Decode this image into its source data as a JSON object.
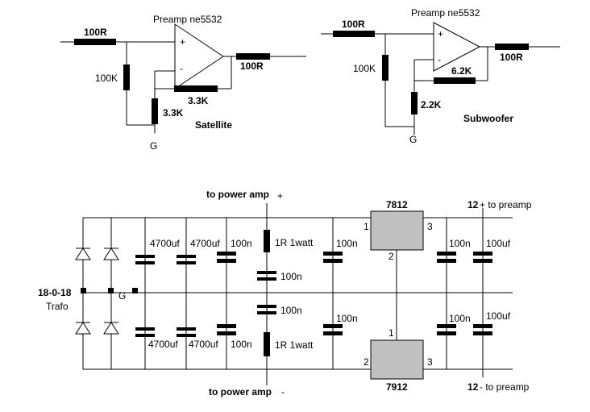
{
  "satellite": {
    "title": "Preamp ne5532",
    "input_resistor": "100R",
    "bias_resistor": "100K",
    "output_resistor": "100R",
    "feedback_resistor": "3.3K",
    "ground_resistor": "3.3K",
    "name": "Satellite",
    "ground": "G",
    "plus": "+",
    "minus": "-"
  },
  "subwoofer": {
    "title": "Preamp ne5532",
    "input_resistor": "100R",
    "bias_resistor": "100K",
    "output_resistor": "100R",
    "feedback_resistor": "6.2K",
    "ground_resistor": "2.2K",
    "name": "Subwoofer",
    "ground": "G",
    "plus": "+",
    "minus": "-"
  },
  "psu": {
    "pos_amp_label": "to power amp",
    "pos_amp_sign": "+",
    "neg_amp_label": "to power amp",
    "neg_amp_sign": "-",
    "trafo_label": "18-0-18",
    "trafo_sub": "Trafo",
    "ground": "G",
    "c_big_top_1": "4700uf",
    "c_big_top_2": "4700uf",
    "c_small_top_1": "100n",
    "c_big_bot_1": "4700uf",
    "c_big_bot_2": "4700uf",
    "c_small_bot_1": "100n",
    "res_top": "1R 1watt",
    "res_bot": "1R 1watt",
    "c_mid_1": "100n",
    "c_mid_2": "100n",
    "c_pre_top": "100n",
    "c_pre_bot": "100n",
    "reg_pos": "7812",
    "reg_neg": "7912",
    "reg_pos_pin_in": "1",
    "reg_pos_pin_gnd": "2",
    "reg_pos_pin_out": "3",
    "reg_neg_pin_gnd": "2",
    "reg_neg_pin_in": "1",
    "reg_neg_pin_out": "3",
    "c_out_top_1": "100n",
    "c_out_top_2": "100uf",
    "c_out_bot_1": "100n",
    "c_out_bot_2": "100uf",
    "out_pos_num": "12",
    "out_pos_text": "+ to preamp",
    "out_neg_num": "12",
    "out_neg_text": "- to preamp"
  }
}
